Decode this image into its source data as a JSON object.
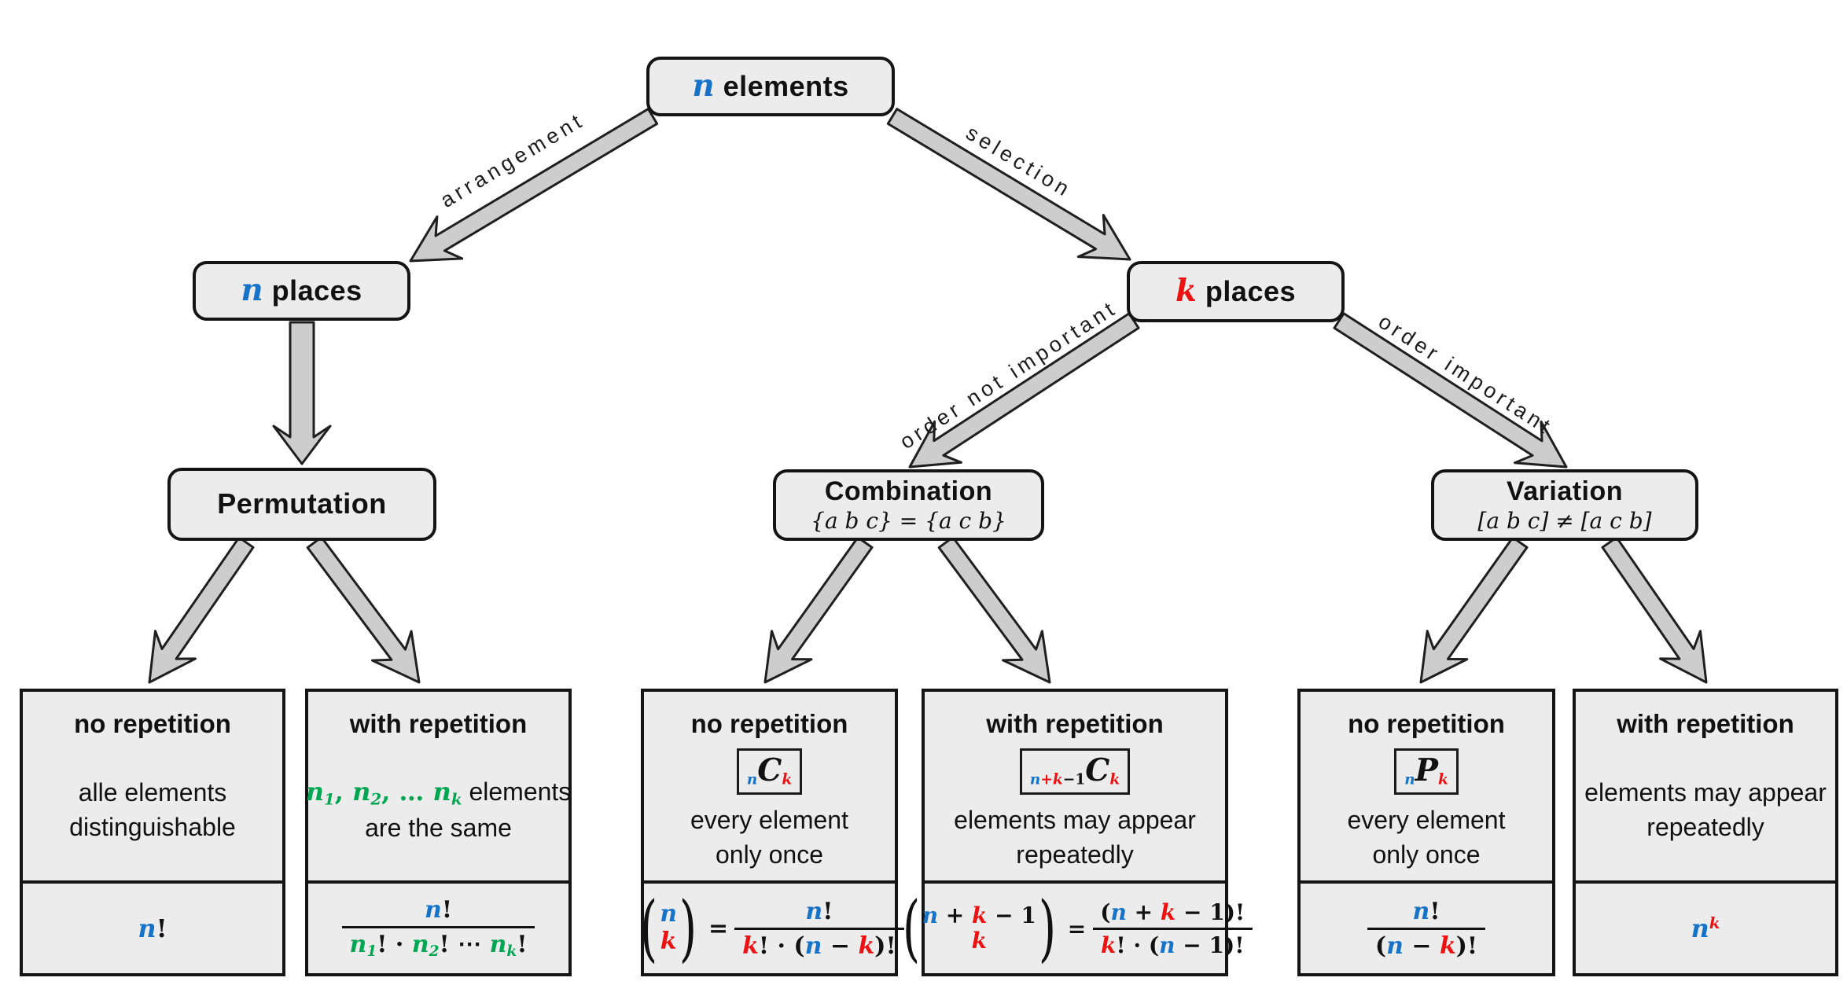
{
  "colors": {
    "blue": "#1673c8",
    "red": "#ee1111",
    "green": "#00a651",
    "box_fill": "#ececec",
    "arrow_fill": "#cdcdcd",
    "border": "#141414"
  },
  "symbols": {
    "paren_l": "(",
    "paren_r": ")"
  },
  "edges": {
    "arrangement": "arrangement",
    "selection": "selection",
    "order_not": "order not important",
    "order_yes": "order important"
  },
  "nodes": {
    "root": {
      "tokens": [
        {
          "t": "n",
          "c": "blue",
          "f": "math"
        },
        {
          "t": " elements"
        }
      ]
    },
    "n_places": {
      "tokens": [
        {
          "t": "n",
          "c": "blue",
          "f": "math"
        },
        {
          "t": " places"
        }
      ]
    },
    "k_places": {
      "tokens": [
        {
          "t": "k",
          "c": "red",
          "f": "math"
        },
        {
          "t": " places"
        }
      ]
    },
    "permutation": {
      "title": "Permutation"
    },
    "combination": {
      "title": "Combination",
      "subtitle": "{a b c} = {a c b}"
    },
    "variation": {
      "title": "Variation",
      "subtitle": "[a b c] ≠ [a c b]"
    }
  },
  "leaves": [
    {
      "title": "no repetition",
      "desc1": [
        {
          "t": "alle elements"
        }
      ],
      "desc2": [
        {
          "t": "distinguishable"
        }
      ],
      "formula": [
        {
          "t": "n",
          "c": "blue"
        },
        {
          "t": "!",
          "f": "up"
        }
      ]
    },
    {
      "title": "with repetition",
      "desc1": [
        {
          "t": "n",
          "f": "math",
          "c": "green"
        },
        {
          "t": "1",
          "v": "sub",
          "f": "math",
          "c": "green"
        },
        {
          "t": ", ",
          "f": "up",
          "c": "green"
        },
        {
          "t": "n",
          "f": "math",
          "c": "green"
        },
        {
          "t": "2",
          "v": "sub",
          "f": "math",
          "c": "green"
        },
        {
          "t": ", … ",
          "f": "up",
          "c": "green"
        },
        {
          "t": "n",
          "f": "math",
          "c": "green"
        },
        {
          "t": "k",
          "v": "sub",
          "f": "math",
          "c": "green"
        },
        {
          "t": " elements"
        }
      ],
      "desc2": [
        {
          "t": "are the same"
        }
      ],
      "frac_num": [
        {
          "t": "n",
          "c": "blue"
        },
        {
          "t": "!",
          "f": "up"
        }
      ],
      "frac_den": [
        {
          "t": "n",
          "c": "green"
        },
        {
          "t": "1",
          "v": "sub",
          "c": "green"
        },
        {
          "t": "!",
          "f": "up"
        },
        {
          "t": " · ",
          "f": "up"
        },
        {
          "t": "n",
          "c": "green"
        },
        {
          "t": "2",
          "v": "sub",
          "c": "green"
        },
        {
          "t": "!",
          "f": "up"
        },
        {
          "t": " ⋯ ",
          "f": "up"
        },
        {
          "t": "n",
          "c": "green"
        },
        {
          "t": "k",
          "v": "sub",
          "c": "green"
        },
        {
          "t": "!",
          "f": "up"
        }
      ]
    },
    {
      "title": "no repetition",
      "chip": [
        {
          "t": "n",
          "v": "sub",
          "c": "blue"
        },
        {
          "t": "C",
          "b": 1
        },
        {
          "t": "k",
          "v": "sub",
          "c": "red"
        }
      ],
      "desc1": [
        {
          "t": "every element"
        }
      ],
      "desc2": [
        {
          "t": "only once"
        }
      ],
      "binom_top": [
        {
          "t": "n",
          "c": "blue"
        }
      ],
      "binom_bot": [
        {
          "t": "k",
          "c": "red"
        }
      ],
      "eq": "=",
      "frac_num": [
        {
          "t": "n",
          "c": "blue"
        },
        {
          "t": "!",
          "f": "up"
        }
      ],
      "frac_den": [
        {
          "t": "k",
          "c": "red"
        },
        {
          "t": "! · (",
          "f": "up"
        },
        {
          "t": "n",
          "c": "blue"
        },
        {
          "t": " − ",
          "f": "up"
        },
        {
          "t": "k",
          "c": "red"
        },
        {
          "t": ")!",
          "f": "up"
        }
      ]
    },
    {
      "title": "with repetition",
      "chip": [
        {
          "t": "n",
          "v": "sub",
          "c": "blue"
        },
        {
          "t": "+",
          "v": "sub",
          "c": "red",
          "f": "up"
        },
        {
          "t": "k",
          "v": "sub",
          "c": "red"
        },
        {
          "t": "−1",
          "v": "sub",
          "f": "up"
        },
        {
          "t": "C",
          "b": 1
        },
        {
          "t": "k",
          "v": "sub",
          "c": "red"
        }
      ],
      "desc1": [
        {
          "t": "elements may appear"
        }
      ],
      "desc2": [
        {
          "t": "repeatedly"
        }
      ],
      "binom_top": [
        {
          "t": "n",
          "c": "blue"
        },
        {
          "t": " + ",
          "f": "up"
        },
        {
          "t": "k",
          "c": "red"
        },
        {
          "t": " − 1",
          "f": "up"
        }
      ],
      "binom_bot": [
        {
          "t": "k",
          "c": "red"
        }
      ],
      "eq": "=",
      "frac_num": [
        {
          "t": "(",
          "f": "up"
        },
        {
          "t": "n",
          "c": "blue"
        },
        {
          "t": " + ",
          "f": "up"
        },
        {
          "t": "k",
          "c": "red"
        },
        {
          "t": " − 1",
          "f": "up"
        },
        {
          "t": ")!",
          "f": "up"
        }
      ],
      "frac_den": [
        {
          "t": "k",
          "c": "red"
        },
        {
          "t": "! · (",
          "f": "up"
        },
        {
          "t": "n",
          "c": "blue"
        },
        {
          "t": " − 1)!",
          "f": "up"
        }
      ]
    },
    {
      "title": "no repetition",
      "chip": [
        {
          "t": "n",
          "v": "sub",
          "c": "blue"
        },
        {
          "t": "P",
          "b": 1
        },
        {
          "t": "k",
          "v": "sub",
          "c": "red"
        }
      ],
      "desc1": [
        {
          "t": "every element"
        }
      ],
      "desc2": [
        {
          "t": "only once"
        }
      ],
      "frac_num": [
        {
          "t": "n",
          "c": "blue"
        },
        {
          "t": "!",
          "f": "up"
        }
      ],
      "frac_den": [
        {
          "t": "(",
          "f": "up"
        },
        {
          "t": "n",
          "c": "blue"
        },
        {
          "t": " − ",
          "f": "up"
        },
        {
          "t": "k",
          "c": "red"
        },
        {
          "t": ")!",
          "f": "up"
        }
      ]
    },
    {
      "title": "with repetition",
      "desc1": [
        {
          "t": "elements may appear"
        }
      ],
      "desc2": [
        {
          "t": "repeatedly"
        }
      ],
      "formula": [
        {
          "t": "n",
          "c": "blue"
        },
        {
          "t": "k",
          "v": "sup",
          "c": "red"
        }
      ]
    }
  ]
}
